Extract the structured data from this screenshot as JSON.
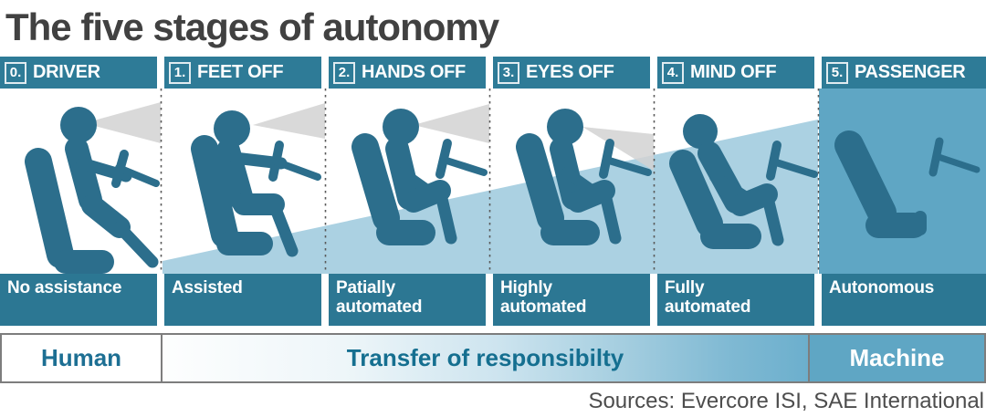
{
  "title": "The five stages of autonomy",
  "source_note": "Sources: Evercore ISI, SAE International",
  "stages": [
    {
      "number": "0.",
      "header": "DRIVER",
      "label": "No assistance",
      "icon": "driver-at-wheel"
    },
    {
      "number": "1.",
      "header": "FEET OFF",
      "label": "Assisted",
      "icon": "driver-feet-off"
    },
    {
      "number": "2.",
      "header": "HANDS OFF",
      "label": "Patially\nautomated",
      "icon": "driver-hands-off"
    },
    {
      "number": "3.",
      "header": "EYES OFF",
      "label": "Highly\nautomated",
      "icon": "driver-eyes-off"
    },
    {
      "number": "4.",
      "header": "MIND OFF",
      "label": "Fully\nautomated",
      "icon": "driver-reclined"
    },
    {
      "number": "5.",
      "header": "PASSENGER",
      "label": "Autonomous",
      "icon": "empty-seat"
    }
  ],
  "bottom_bar": {
    "human_label": "Human",
    "transfer_label": "Transfer of responsibilty",
    "machine_label": "Machine"
  },
  "colors": {
    "header_teal": "#2e7b97",
    "label_teal": "#2c7793",
    "figure_teal": "#2c6e8c",
    "wedge_blue": "#abd1e2",
    "machine_blue": "#5fa6c4",
    "cone_gray": "#d2d2d2",
    "title_gray": "#414141",
    "source_gray": "#4d4d4d",
    "human_text_teal": "#1d6f93",
    "transfer_text_teal": "#156f90",
    "border_gray": "#7d7d7d"
  }
}
